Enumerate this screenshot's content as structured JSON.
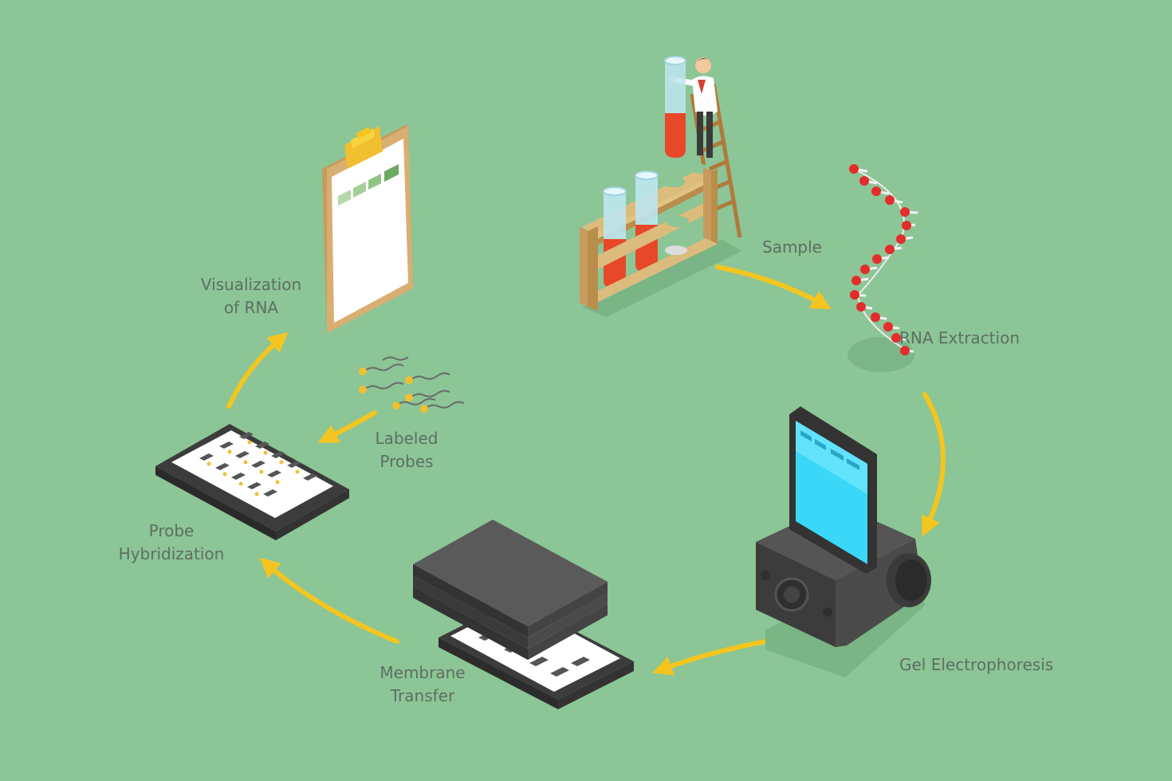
{
  "steps": [
    {
      "id": "sample",
      "lines": [
        "Sample"
      ]
    },
    {
      "id": "rna-extraction",
      "lines": [
        "RNA Extraction"
      ]
    },
    {
      "id": "gel-electrophoresis",
      "lines": [
        "Gel Electrophoresis"
      ]
    },
    {
      "id": "membrane-transfer",
      "lines": [
        "Membrane",
        "Transfer"
      ]
    },
    {
      "id": "probe-hybridization",
      "lines": [
        "Probe",
        "Hybridization"
      ]
    },
    {
      "id": "labeled-probes",
      "lines": [
        "Labeled",
        "Probes"
      ]
    },
    {
      "id": "visualization",
      "lines": [
        "Visualization",
        "of RNA"
      ]
    }
  ],
  "colors": {
    "background": "#8cc596",
    "arrow": "#f5c51f",
    "label": "#5d6f63",
    "device_dark": "#4a4a4a",
    "screen": "#3ad7f8",
    "liquid": "#e8482a",
    "rack_wood": "#d2b06f",
    "rna_bead": "#e32c2c"
  },
  "icons": [
    "test-tube-rack-icon",
    "scientist-icon",
    "ladder-icon",
    "rna-strand-icon",
    "electrophoresis-device-icon",
    "membrane-stack-icon",
    "hybridization-tray-icon",
    "probe-molecules-icon",
    "clipboard-icon"
  ]
}
